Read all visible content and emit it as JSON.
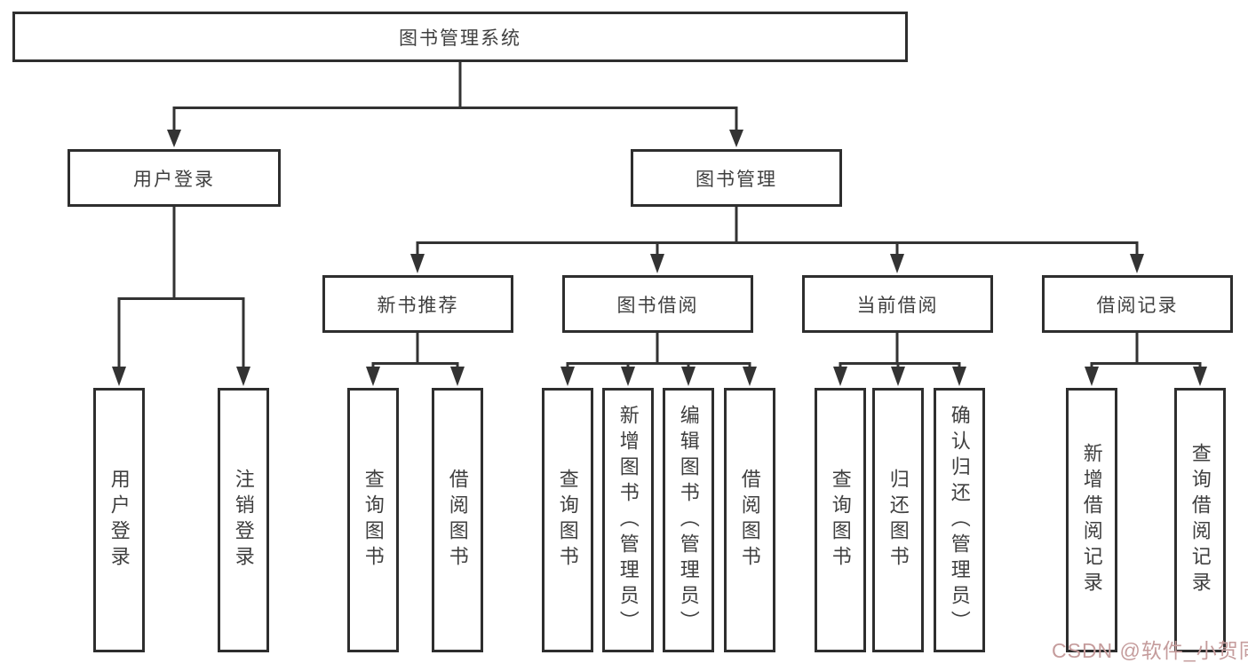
{
  "colors": {
    "line": "#333333",
    "box_border": "#2e2e2e",
    "text": "#3f3f3f",
    "watermark": "#c59c9c",
    "background": "#ffffff"
  },
  "nodes": {
    "root": "图书管理系统",
    "user_login_group": "用户登录",
    "book_management": "图书管理",
    "new_book_recommend": "新书推荐",
    "book_borrow": "图书借阅",
    "current_borrow": "当前借阅",
    "borrow_record": "借阅记录",
    "leaf_user_login": "用户登录",
    "leaf_logout": "注销登录",
    "leaf_nbr_query_book": "查询图书",
    "leaf_nbr_borrow_book": "借阅图书",
    "leaf_bb_query_book": "查询图书",
    "leaf_bb_add_book": "新增图书（管理员）",
    "leaf_bb_edit_book": "编辑图书（管理员）",
    "leaf_bb_borrow_book": "借阅图书",
    "leaf_cb_query_book": "查询图书",
    "leaf_cb_return_book": "归还图书",
    "leaf_cb_confirm_return": "确认归还（管理员）",
    "leaf_br_add_record": "新增借阅记录",
    "leaf_br_query_record": "查询借阅记录"
  },
  "watermark": {
    "text": "CSDN @软件_小贺同学"
  }
}
